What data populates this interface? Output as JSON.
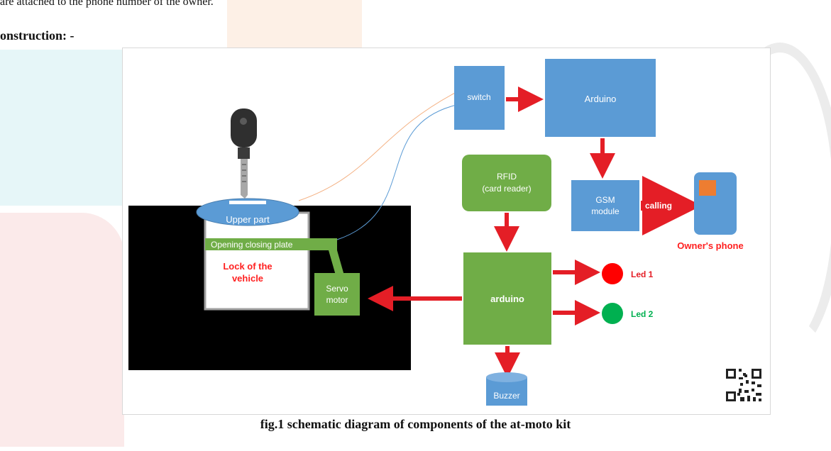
{
  "page": {
    "top_text": "are attached to the phone number of the owner.",
    "heading": "onstruction: -",
    "caption": "fig.1 schematic diagram of components of the at-moto kit"
  },
  "diagram": {
    "labels": {
      "switch": "switch",
      "arduino_top": "Arduino",
      "rfid_line1": "RFID",
      "rfid_line2": "(card reader)",
      "gsm_line1": "GSM",
      "gsm_line2": "module",
      "calling": "calling",
      "owners_phone": "Owner's phone",
      "upper_part": "Upper part",
      "plate": "Opening closing plate",
      "lock_line1": "Lock of the",
      "lock_line2": "vehicle",
      "servo_line1": "Servo",
      "servo_line2": "motor",
      "arduino_main": "arduino",
      "led1": "Led 1",
      "led2": "Led 2",
      "buzzer": "Buzzer"
    },
    "colors": {
      "blue_box": "#5b9bd5",
      "green_box": "#70ad47",
      "arrow_red": "#e41e26",
      "label_red": "#ff2020",
      "led1": "#ff0000",
      "led2": "#00b050",
      "black_block": "#000000",
      "phone_screen": "#ed7d31"
    }
  }
}
